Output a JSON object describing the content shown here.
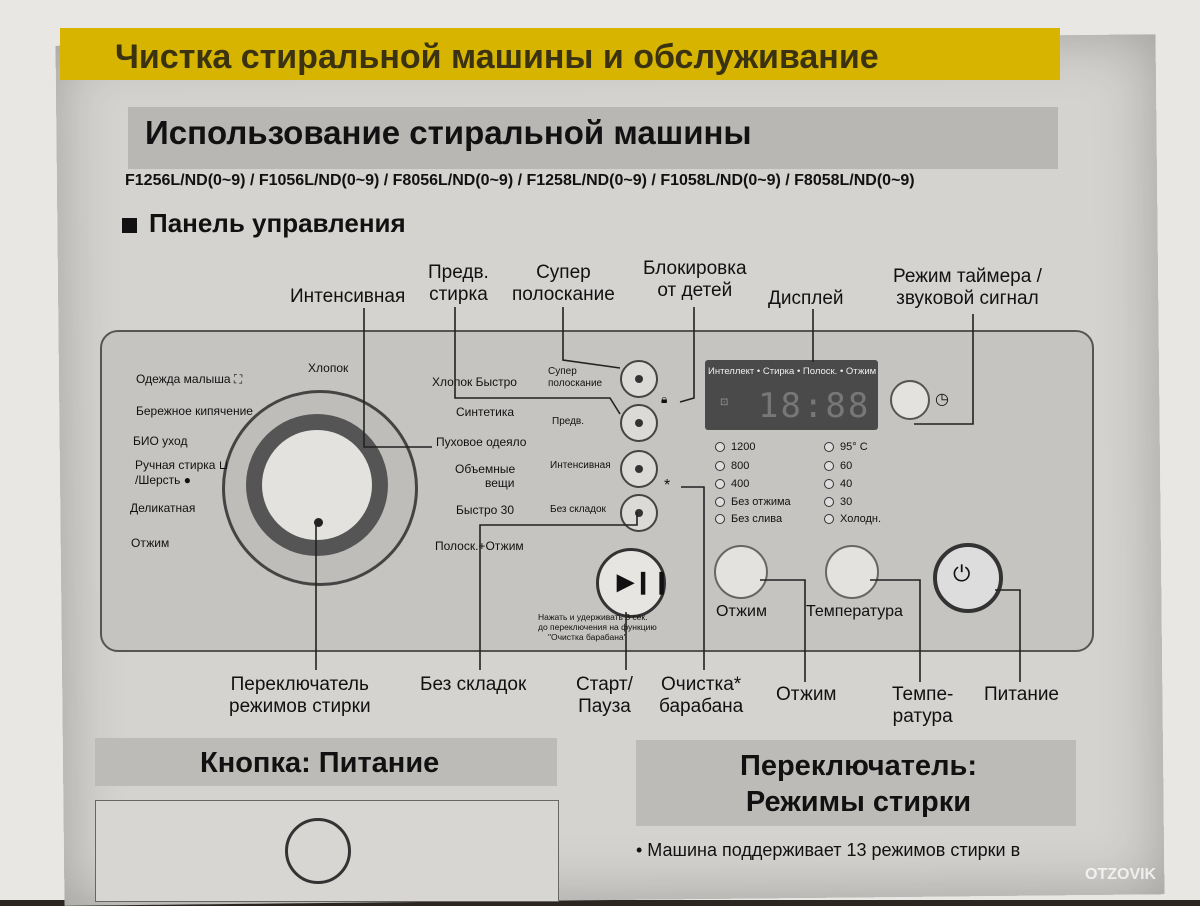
{
  "header": {
    "top_banner": "Чистка стиральной машины и обслуживание",
    "title": "Использование стиральной машины",
    "models": "F1256L/ND(0~9) / F1056L/ND(0~9) / F8056L/ND(0~9) / F1258L/ND(0~9) / F1058L/ND(0~9) / F8058L/ND(0~9)",
    "section": "Панель управления"
  },
  "callouts_top": {
    "intensive": "Интенсивная",
    "prewash_1": "Предв.",
    "prewash_2": "стирка",
    "super_1": "Супер",
    "super_2": "полоскание",
    "lock_1": "Блокировка",
    "lock_2": "от детей",
    "display": "Дисплей",
    "timer_1": "Режим таймера /",
    "timer_2": "звуковой сигнал"
  },
  "dial_programs": {
    "baby": "Одежда малыша",
    "cotton": "Хлопок",
    "cotton_fast": "Хлопок Быстро",
    "boil": "Бережное кипячение",
    "synthetic": "Синтетика",
    "bio": "БИО уход",
    "duvet": "Пуховое одеяло",
    "hand_1": "Ручная стирка",
    "hand_2": "/Шерсть",
    "bulky_1": "Объемные",
    "bulky_2": "вещи",
    "delicate": "Деликатная",
    "quick30": "Быстро 30",
    "spin": "Отжим",
    "rinse_spin": "Полоск.+Отжим"
  },
  "panel_buttons": {
    "super_1": "Супер",
    "super_2": "полоскание",
    "prewash": "Предв.",
    "intensive": "Интенсивная",
    "nocrease": "Без складок"
  },
  "display": {
    "top": "Интеллект • Стирка • Полоск. • Отжим",
    "digits": "18:88"
  },
  "spin_options": [
    "1200",
    "800",
    "400",
    "Без отжима",
    "Без слива"
  ],
  "temp_options": [
    "95° C",
    "60",
    "40",
    "30",
    "Холодн."
  ],
  "panel_labels": {
    "spin": "Отжим",
    "temperature": "Температура"
  },
  "note": {
    "line1": "Нажать и удерживать 3 сек.",
    "line2": "до переключения на функцию",
    "line3": "\"Очистка барабана\""
  },
  "callouts_bottom": {
    "selector_1": "Переключатель",
    "selector_2": "режимов стирки",
    "nocrease": "Без складок",
    "start_1": "Старт/",
    "start_2": "Пауза",
    "clean_1": "Очистка*",
    "clean_2": "барабана",
    "spin": "Отжим",
    "temp_1": "Темпе-",
    "temp_2": "ратура",
    "power": "Питание"
  },
  "sections": {
    "power_title": "Кнопка: Питание",
    "selector_title_1": "Переключатель:",
    "selector_title_2": "Режимы стирки",
    "bottom_text": "• Машина поддерживает 13 режимов стирки в"
  },
  "watermark": "OTZOVIK"
}
